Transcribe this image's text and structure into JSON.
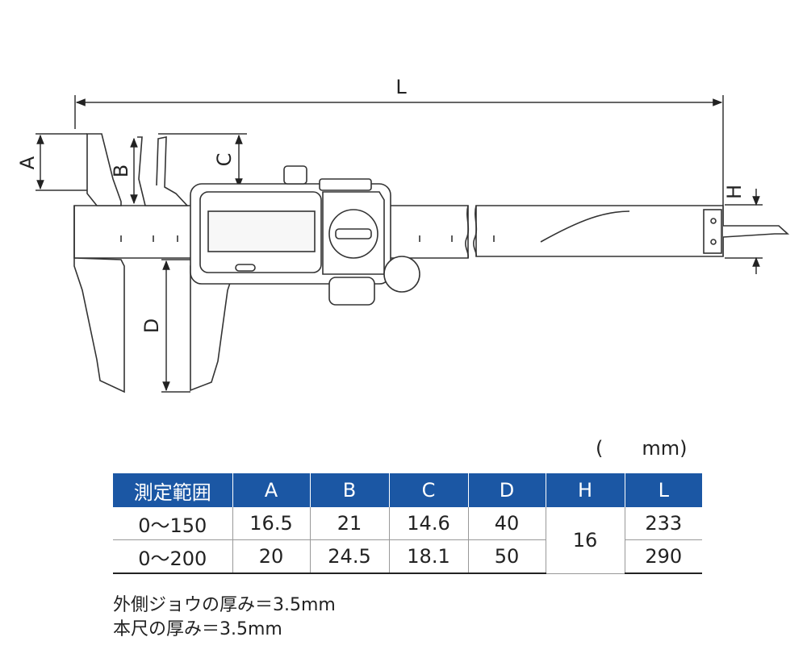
{
  "dimension_labels": {
    "A": "A",
    "B": "B",
    "C": "C",
    "D": "D",
    "H": "H",
    "L": "L"
  },
  "unit": {
    "open": "(",
    "text": "mm)"
  },
  "table": {
    "headers": [
      "測定範囲",
      "A",
      "B",
      "C",
      "D",
      "H",
      "L"
    ],
    "rows": [
      {
        "range": "0〜150",
        "A": "16.5",
        "B": "21",
        "C": "14.6",
        "D": "40",
        "L": "233"
      },
      {
        "range": "0〜200",
        "A": "20",
        "B": "24.5",
        "C": "18.1",
        "D": "50",
        "L": "290"
      }
    ],
    "H_shared": "16",
    "header_color": "#1b57a4"
  },
  "notes": [
    "外側ジョウの厚み＝3.5mm",
    "本尺の厚み＝3.5mm"
  ]
}
